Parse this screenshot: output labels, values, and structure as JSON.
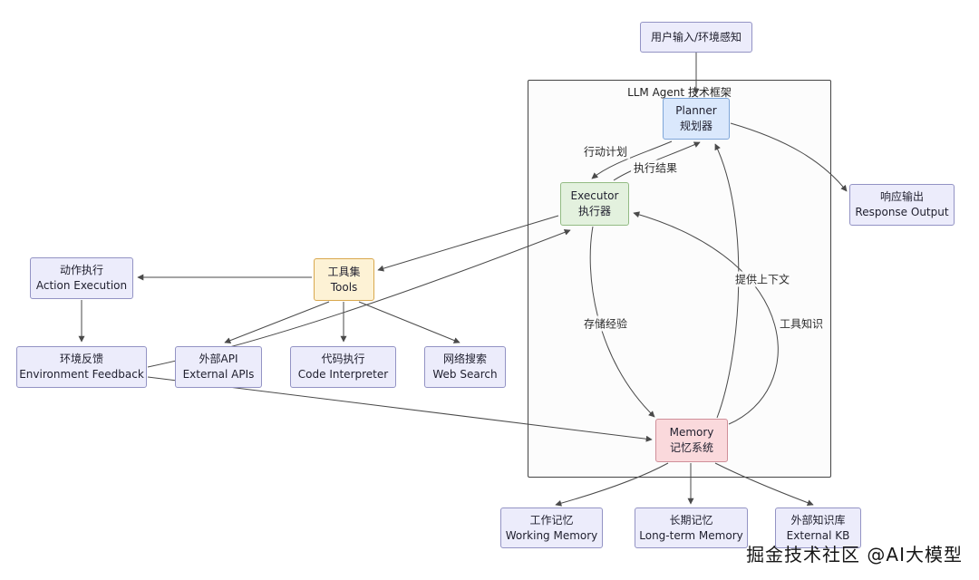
{
  "palette": {
    "node-default-fill": "#ececfb",
    "node-default-border": "#9393c4",
    "planner-fill": "#dae8fc",
    "planner-border": "#7ea6d8",
    "executor-fill": "#e3f1de",
    "executor-border": "#93bb84",
    "tools-fill": "#fdf2d5",
    "tools-border": "#d9a84e",
    "memory-fill": "#fad9dc",
    "memory-border": "#cf8f99",
    "edge-color": "#4a4a4a",
    "container-border": "#444444",
    "container-fill": "#fcfcfc"
  },
  "container_label": "LLM Agent 技术框架",
  "nodes": {
    "user_input": {
      "line1": "用户输入/环境感知"
    },
    "planner": {
      "line1": "Planner",
      "line2": "规划器"
    },
    "executor": {
      "line1": "Executor",
      "line2": "执行器"
    },
    "response_output": {
      "line1": "响应输出",
      "line2": "Response Output"
    },
    "action_execution": {
      "line1": "动作执行",
      "line2": "Action Execution"
    },
    "tools": {
      "line1": "工具集",
      "line2": "Tools"
    },
    "environment_feedback": {
      "line1": "环境反馈",
      "line2": "Environment Feedback"
    },
    "external_apis": {
      "line1": "外部API",
      "line2": "External APIs"
    },
    "code_interpreter": {
      "line1": "代码执行",
      "line2": "Code Interpreter"
    },
    "web_search": {
      "line1": "网络搜索",
      "line2": "Web Search"
    },
    "memory": {
      "line1": "Memory",
      "line2": "记忆系统"
    },
    "working_memory": {
      "line1": "工作记忆",
      "line2": "Working Memory"
    },
    "long_term_memory": {
      "line1": "长期记忆",
      "line2": "Long-term Memory"
    },
    "external_kb": {
      "line1": "外部知识库",
      "line2": "External KB"
    }
  },
  "edge_labels": {
    "action_plan": "行动计划",
    "execution_result": "执行结果",
    "provide_context": "提供上下文",
    "store_experience": "存储经验",
    "tool_knowledge": "工具知识"
  },
  "watermark": "掘金技术社区 @AI大模型"
}
